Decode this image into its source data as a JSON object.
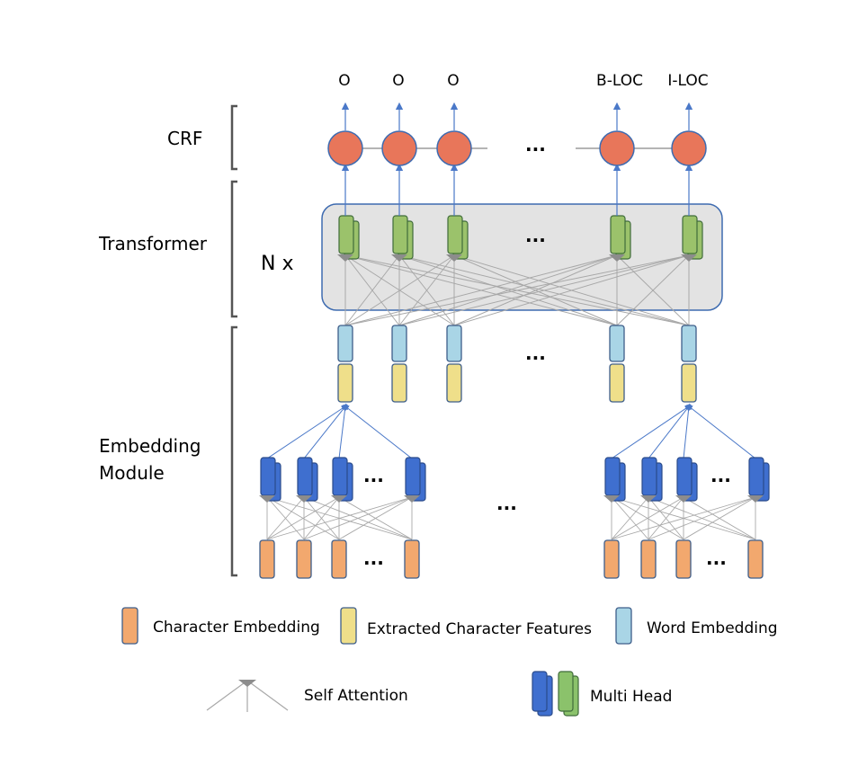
{
  "sections": {
    "crf": "CRF",
    "transformer": "Transformer",
    "embedding_line1": "Embedding",
    "embedding_line2": "Module"
  },
  "repeat_label": "N x",
  "ellipsis": "...",
  "output_tags": [
    "O",
    "O",
    "O",
    "B-LOC",
    "I-LOC"
  ],
  "legend": {
    "character_embedding": "Character Embedding",
    "extracted_features": "Extracted Character Features",
    "word_embedding": "Word Embedding",
    "self_attention": "Self Attention",
    "multi_head": "Multi Head"
  },
  "colors": {
    "crf_node": "#E8765A",
    "crf_stroke": "#3E6BB0",
    "transformer_bg": "#E3E3E3",
    "transformer_stroke": "#3E6BB0",
    "green_head": "#9BC26B",
    "blue_head": "#3F6FCF",
    "word_embedding": "#A9D5E6",
    "extracted_features": "#EFDF8A",
    "character_embedding": "#F2A86E",
    "arrow": "#4A78C8",
    "attention_line": "#A8A8A8"
  }
}
